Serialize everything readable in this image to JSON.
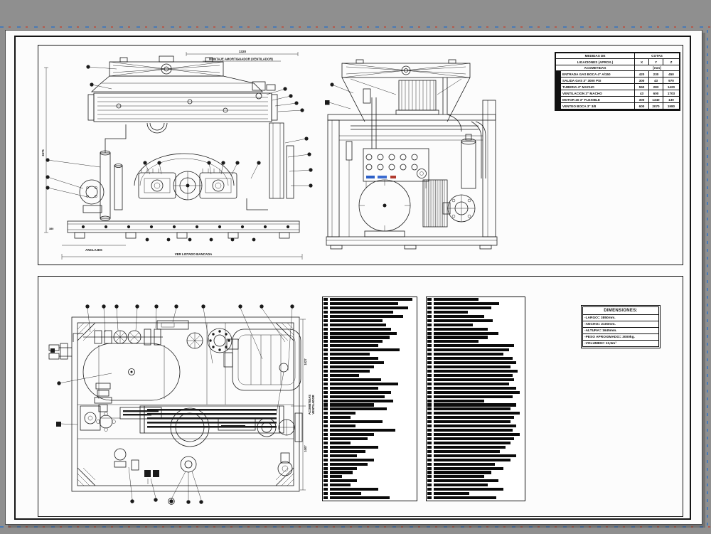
{
  "canvas": {
    "bg_color": "#8f8f8f",
    "sheet_color": "#fcfcfc",
    "line_color": "#1a1a1a",
    "guide_blue": "#4a7ab5",
    "guide_red": "#b25b4e"
  },
  "top_panel": {
    "front_view": {
      "dim_top": "1320",
      "top_label": "MONTAJE AMORTIGUADOR (VENTILADOR)",
      "left_dim": "2475",
      "left_dim_small": "380",
      "anchors_label": "ANCLAJES",
      "bottom_label": "VER LISTADO BANCADA"
    },
    "connections_table": {
      "title_line1": "MEDIDAS DE",
      "title_line2": "LIGACIONES (APROX.)",
      "cotas_label": "COTAS",
      "axis_x": "X",
      "axis_y": "Y",
      "axis_z": "Z",
      "left_footer": "ACOMETIDAS",
      "unit": "[mm]",
      "rows": [
        {
          "desc": "ENTRADA GAS BOCA 4\" A/150",
          "x": "420",
          "y": "230",
          "z": "450"
        },
        {
          "desc": "SALIDA GAS 3\" 3000 PSI",
          "x": "300",
          "y": "43",
          "z": "970"
        },
        {
          "desc": "TUBERIA 4\" MACHO",
          "x": "550",
          "y": "283",
          "z": "1420"
        },
        {
          "desc": "VENTILACION 3\" MACHO",
          "x": "43",
          "y": "600",
          "z": "1703"
        },
        {
          "desc": "MOTOR 40 3\" FLEXIBLE",
          "x": "300",
          "y": "1340",
          "z": "130"
        },
        {
          "desc": "VENTEO BOCA 3\" 3/8",
          "x": "600",
          "y": "2070",
          "z": "1980"
        }
      ]
    }
  },
  "bottom_panel": {
    "plan_view": {
      "right_dim_top": "1027",
      "right_dim_bottom": "1007",
      "right_label_line1": "ACOMETIDAS",
      "right_label_line2": "VENTILADOR"
    },
    "parts_list": {
      "col1_widths": [
        0.97,
        0.8,
        0.92,
        0.74,
        0.86,
        0.62,
        0.66,
        0.72,
        0.78,
        0.7,
        0.62,
        0.57,
        0.82,
        0.47,
        0.57,
        0.63,
        0.52,
        0.47,
        0.34,
        0.6,
        0.8,
        0.57,
        0.72,
        0.64,
        0.74,
        0.52,
        0.67,
        0.3,
        0.24,
        0.62,
        0.3,
        0.77,
        0.52,
        0.44,
        0.24,
        0.57,
        0.42,
        0.32,
        0.52,
        0.44,
        0.32,
        0.27,
        0.14,
        0.32,
        0.24,
        0.57,
        0.37,
        0.7
      ],
      "col2_widths": [
        0.5,
        0.73,
        0.64,
        0.38,
        0.56,
        0.66,
        0.44,
        0.6,
        0.72,
        0.6,
        0.5,
        0.9,
        0.84,
        0.78,
        0.88,
        0.92,
        0.86,
        0.94,
        0.88,
        0.9,
        0.84,
        0.92,
        0.96,
        0.88,
        0.56,
        0.92,
        0.86,
        0.96,
        0.9,
        0.86,
        0.92,
        0.88,
        0.96,
        0.9,
        0.86,
        0.8,
        0.74,
        0.92,
        0.86,
        0.68,
        0.78,
        0.64,
        0.56,
        0.72,
        0.6,
        0.78,
        0.4,
        0.7
      ]
    },
    "dimensions_box": {
      "title": "DIMENSIONES:",
      "rows": [
        "-LARGO= 3850mm.",
        "-ANCHO= 2100mm.",
        "-ALTURA= 1645mm.",
        "-PESO APROXIMADO= 3000kg.",
        "-VOLUMEN= 13,5m³"
      ]
    }
  }
}
